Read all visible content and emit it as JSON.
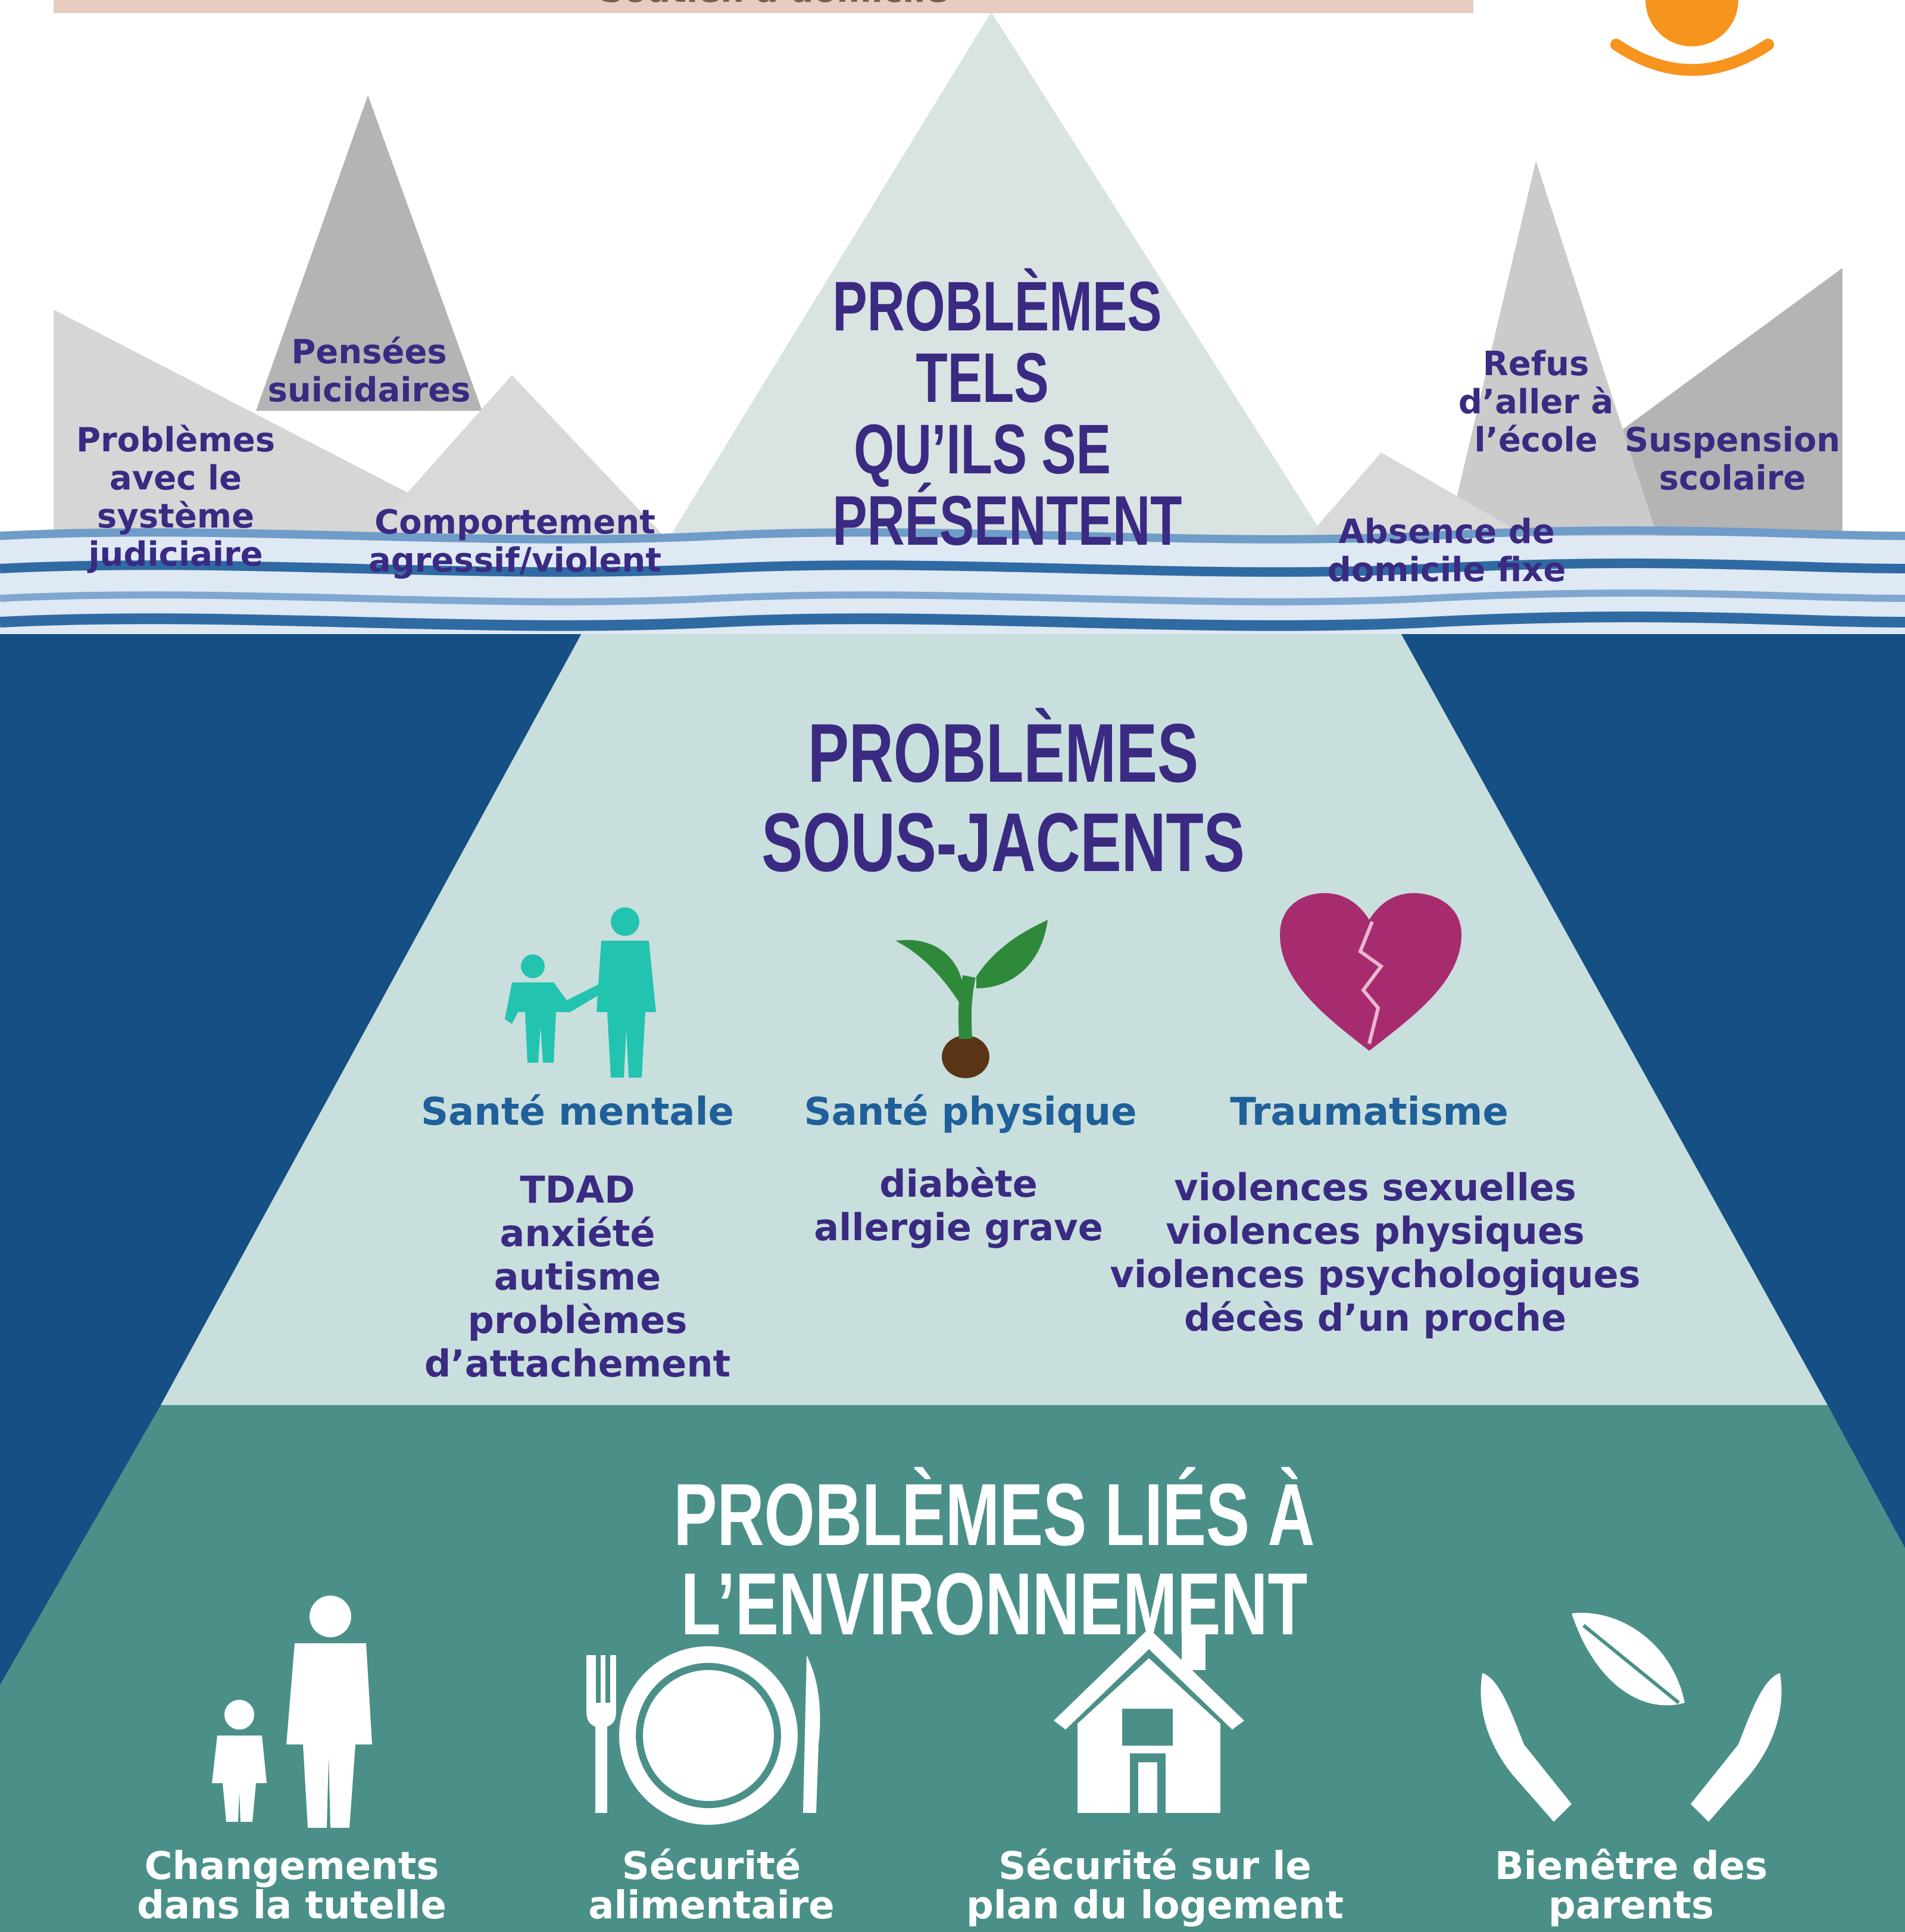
{
  "banner": {
    "text": "Soutien à domicile"
  },
  "tip": {
    "title": "PROBLÈMES TELS QU’ILS SE PRÉSENTENT",
    "peaks": [
      {
        "name": "problemes-judiciaire",
        "label": "Problèmes\navec le\nsystème\njudiciaire"
      },
      {
        "name": "pensees-suicidaires",
        "label": "Pensées\nsuicidaires"
      },
      {
        "name": "comportement",
        "label": "Comportement\nagressif/violent"
      },
      {
        "name": "refus-ecole",
        "label": "Refus\nd’aller à\nl’école"
      },
      {
        "name": "suspension",
        "label": "Suspension\nscolaire"
      },
      {
        "name": "absence-domicile",
        "label": "Absence de\ndomicile fixe"
      }
    ]
  },
  "underlying": {
    "title": "PROBLÈMES SOUS-JACENTS",
    "columns": [
      {
        "title": "Santé mentale",
        "items": "TDAD\nanxiété\nautisme\nproblèmes d’attachement"
      },
      {
        "title": "Santé physique",
        "items": "diabète\nallergie grave"
      },
      {
        "title": "Traumatisme",
        "items": "violences sexuelles\nviolences physiques\nviolences psychologiques\ndécès d’un proche"
      }
    ]
  },
  "environment": {
    "title": "PROBLÈMES LIÉS À L’ENVIRONNEMENT",
    "items": [
      {
        "label": "Changements\ndans la tutelle"
      },
      {
        "label": "Sécurité\nalimentaire"
      },
      {
        "label": "Sécurité sur le\nplan du logement"
      },
      {
        "label": "Bienêtre des\nparents"
      }
    ]
  },
  "colors": {
    "ocean": "#154f83",
    "iceberg": "#c9dfdd",
    "environment": "#4a9089",
    "title_purple": "#3a2a82",
    "subtitle_blue": "#1f5f9a",
    "sun": "#f7941d"
  }
}
